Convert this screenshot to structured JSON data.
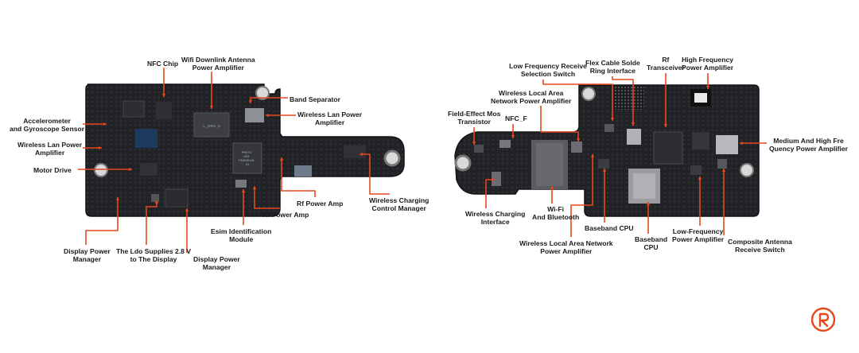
{
  "accent_color": "#e8471e",
  "board_color": "#222327",
  "left_board": {
    "labels": [
      {
        "id": "nfc-chip",
        "text": "NFC Chip"
      },
      {
        "id": "wifi-downlink-amp",
        "text": "Wifi Downlink Antenna\nPower Amplifier"
      },
      {
        "id": "band-separator",
        "text": "Band Separator"
      },
      {
        "id": "wireless-lan-amp-right",
        "text": "Wireless Lan Power\nAmplifier"
      },
      {
        "id": "accelerometer",
        "text": "Accelerometer\nand Gyroscope Sensor"
      },
      {
        "id": "wireless-lan-amp-left",
        "text": "Wireless Lan Power\nAmplifier"
      },
      {
        "id": "motor-drive",
        "text": "Motor Drive"
      },
      {
        "id": "rf-power-amp-1",
        "text": "Rf Power Amp"
      },
      {
        "id": "rf-power-amp-2",
        "text": "Rf Power Amp"
      },
      {
        "id": "wireless-charging-control",
        "text": "Wireless Charging\nControl Manager"
      },
      {
        "id": "esim",
        "text": "Esim Identification\nModule"
      },
      {
        "id": "display-power-manager-1",
        "text": "Display Power\nManager"
      },
      {
        "id": "ldo-supplies",
        "text": "The Ldo Supplies 2.8 V\nto The Display"
      },
      {
        "id": "display-power-manager-2",
        "text": "Display Power\nManager"
      }
    ],
    "chip_markings": {
      "main": "L_ARRA_0",
      "rf": "PM673\n903\nPEAK8018\n41"
    }
  },
  "right_board": {
    "labels": [
      {
        "id": "low-freq-receive-switch",
        "text": "Low Frequency Receive\nSelection Switch"
      },
      {
        "id": "flex-cable",
        "text": "Flex Cable Solde\nRing Interface"
      },
      {
        "id": "rf-transceiver",
        "text": "Rf\nTransceiver"
      },
      {
        "id": "high-freq-amp",
        "text": "High Frequency\nPower Amplifier"
      },
      {
        "id": "wlan-network-amp-top",
        "text": "Wireless Local Area\nNetwork Power Amplifier"
      },
      {
        "id": "fet-transistor",
        "text": "Field-Effect Mos\nTransistor"
      },
      {
        "id": "nfc-f",
        "text": "NFC_F"
      },
      {
        "id": "medium-high-freq-amp",
        "text": "Medium And High Fre\nQuency Power Amplifier"
      },
      {
        "id": "wireless-charging-interface",
        "text": "Wireless Charging\nInterface"
      },
      {
        "id": "wifi-bluetooth",
        "text": "Wi-Fi\nAnd Bluetooth"
      },
      {
        "id": "baseband-cpu-1",
        "text": "Baseband CPU"
      },
      {
        "id": "low-freq-amp",
        "text": "Low-Frequency\nPower Amplifier"
      },
      {
        "id": "baseband-cpu-2",
        "text": "Baseband\nCPU"
      },
      {
        "id": "composite-antenna-switch",
        "text": "Composite Antenna\nReceive Switch"
      },
      {
        "id": "wlan-network-amp-bottom",
        "text": "Wireless Local Area Network\nPower Amplifier"
      }
    ]
  }
}
